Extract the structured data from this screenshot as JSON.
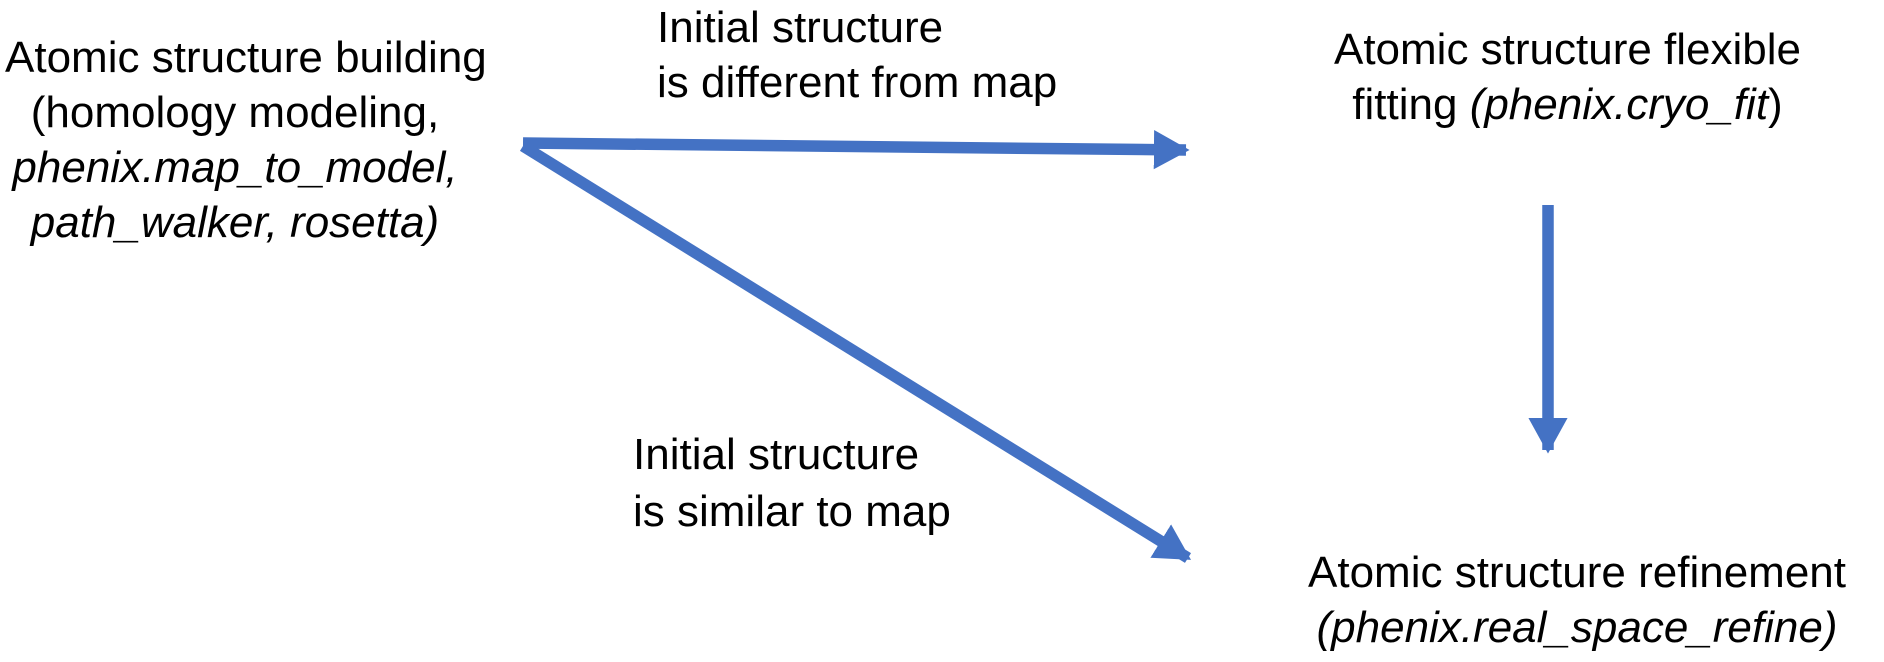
{
  "diagram": {
    "colors": {
      "background": "#ffffff",
      "arrow": "#4472C4",
      "text": "#000000"
    },
    "nodes": {
      "building": {
        "line1": "Atomic structure building",
        "line2": "(homology modeling,",
        "line3": "phenix.map_to_model,",
        "line4": "path_walker, rosetta)"
      },
      "flexible_fitting": {
        "line1": "Atomic structure flexible",
        "line2_prefix": "fitting ",
        "line2_italic": "(phenix.cryo_fit",
        "line2_suffix": ")"
      },
      "refinement": {
        "line1": "Atomic structure refinement",
        "line2_prefix": "(",
        "line2_italic": "phenix.real_space_refine",
        "line2_suffix": ")"
      }
    },
    "edge_labels": {
      "different": {
        "line1": "Initial structure",
        "line2": "is different from map"
      },
      "similar": {
        "line1": "Initial structure",
        "line2": "is similar to map"
      }
    }
  }
}
